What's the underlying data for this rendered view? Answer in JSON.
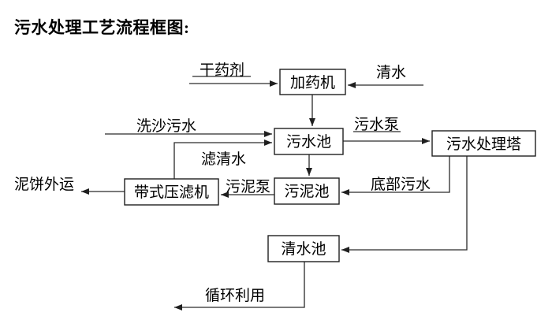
{
  "page": {
    "title": "污水处理工艺流程框图:"
  },
  "diagram": {
    "type": "flowchart",
    "colors": {
      "bg": "#ffffff",
      "line": "#2a2a2a",
      "box_border": "#1f1f1f",
      "text": "#000000"
    },
    "boxes": [
      {
        "id": "dosing-machine",
        "label": "加药机"
      },
      {
        "id": "sewage-pool",
        "label": "污水池"
      },
      {
        "id": "sewage-treatment-tower",
        "label": "污水处理塔"
      },
      {
        "id": "belt-filter-press",
        "label": "带式压滤机"
      },
      {
        "id": "sludge-pool",
        "label": "污泥池"
      },
      {
        "id": "clean-water-pool",
        "label": "清水池"
      }
    ],
    "flow_labels": [
      {
        "id": "dry-agent",
        "label": "干药剂"
      },
      {
        "id": "clean-water",
        "label": "清水"
      },
      {
        "id": "sand-washing-sewage",
        "label": "洗沙污水"
      },
      {
        "id": "filtered-clear-water",
        "label": "滤清水"
      },
      {
        "id": "sewage-pump",
        "label": "污水泵"
      },
      {
        "id": "bottom-sewage",
        "label": "底部污水"
      },
      {
        "id": "sludge-pump",
        "label": "污泥泵"
      },
      {
        "id": "mud-cake-shipped-out",
        "label": "泥饼外运"
      },
      {
        "id": "recycled-use",
        "label": "循环利用"
      }
    ]
  }
}
